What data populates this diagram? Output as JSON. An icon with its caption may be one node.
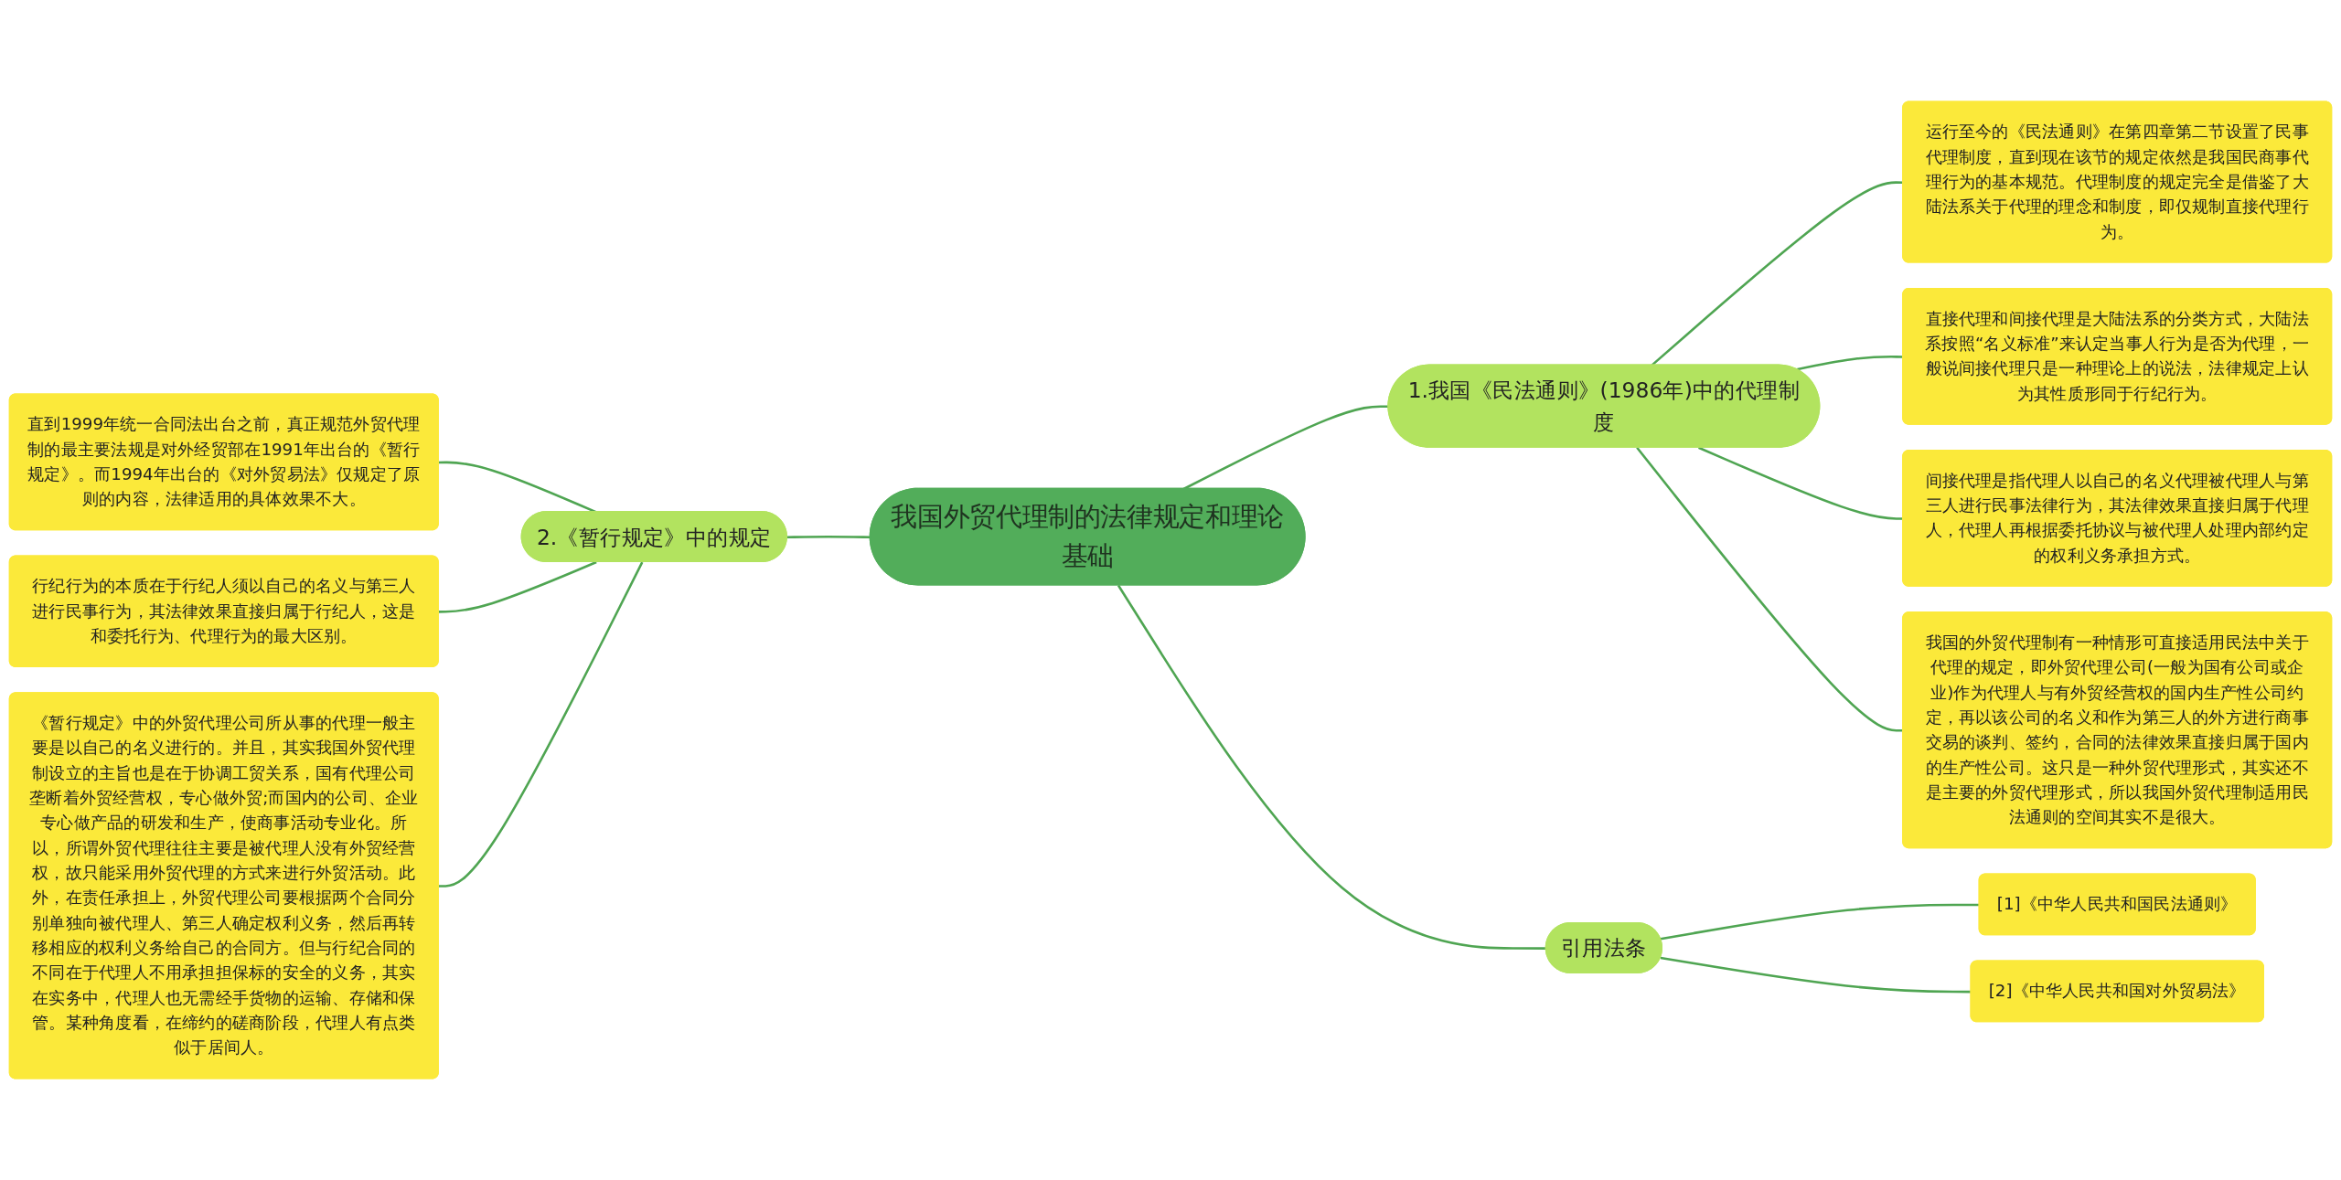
{
  "diagram": {
    "nodes": [
      {
        "text": [
          "我国外贸代理制的法律规定和理论基础"
        ]
      },
      {
        "text": [
          "1.我国《民法通则》(1986年)中的代理制度"
        ]
      },
      {
        "text": [
          "运行至今的《民法通则》在第四章第二节设置了民事代理制度，直到现在该节的规定依然是我国民商事代理行为的基本规范。代理制度的规定完全是借鉴了大陆法系关于代理的理念和制度，即仅规制直接代理行为。"
        ]
      },
      {
        "text": [
          "直接代理和间接代理是大陆法系的分类方式，大陆法系按照“名义标准”来认定当事人行为是否为代理，一般说间接代理只是一种理论上的说法，法律规定上认为其性质形同于行纪行为。"
        ]
      },
      {
        "text": [
          "间接代理是指代理人以自己的名义代理被代理人与第三人进行民事法律行为，其法律效果直接归属于代理人，代理人再根据委托协议与被代理人处理内部约定的权利义务承担方式。"
        ]
      },
      {
        "text": [
          "我国的外贸代理制有一种情形可直接适用民法中关于代理的规定，即外贸代理公司(一般为国有公司或企业)作为代理人与有外贸经营权的国内生产性公司约定，再以该公司的名义和作为第三人的外方进行商事交易的谈判、签约，合同的法律效果直接归属于国内的生产性公司。这只是一种外贸代理形式，其实还不是主要的外贸代理形式，所以我国外贸代理制适用民法通则的空间其实不是很大。"
        ]
      },
      {
        "text": [
          "2.《暂行规定》中的规定"
        ]
      },
      {
        "text": [
          "直到1999年统一合同法出台之前，真正规范外贸代理制的最主要法规是对外经贸部在1991年出台的《暂行规定》。而1994年出台的《对外贸易法》仅规定了原则的内容，法律适用的具体效果不大。"
        ]
      },
      {
        "text": [
          "行纪行为的本质在于行纪人须以自己的名义与第三人进行民事行为，其法律效果直接归属于行纪人，这是和委托行为、代理行为的最大区别。"
        ]
      },
      {
        "text": [
          "《暂行规定》中的外贸代理公司所从事的代理一般主要是以自己的名义进行的。并且，其实我国外贸代理制设立的主旨也是在于协调工贸关系，国有代理公司垄断着外贸经营权，专心做外贸;而国内的公司、企业专心做产品的研发和生产，使商事活动专业化。所以，所谓外贸代理往往主要是被代理人没有外贸经营权，故只能采用外贸代理的方式来进行外贸活动。此外，在责任承担上，外贸代理公司要根据两个合同分别单独向被代理人、第三人确定权利义务，然后再转移相应的权利义务给自己的合同方。但与行纪合同的不同在于代理人不用承担担保标的安全的义务，其实在实务中，代理人也无需经手货物的运输、存储和保管。某种角度看，在缔约的磋商阶段，代理人有点类似于居间人。"
        ]
      },
      {
        "text": [
          "引用法条"
        ]
      },
      {
        "text": [
          "[1]《中华人民共和国民法通则》"
        ]
      },
      {
        "text": [
          "[2]《中华人民共和国对外贸易法》"
        ]
      }
    ],
    "edges": [
      {
        "from": 0,
        "to": 1,
        "arrow": "none"
      },
      {
        "from": 1,
        "to": 2,
        "arrow": "none"
      },
      {
        "from": 1,
        "to": 3,
        "arrow": "none"
      },
      {
        "from": 1,
        "to": 4,
        "arrow": "none"
      },
      {
        "from": 1,
        "to": 5,
        "arrow": "none"
      },
      {
        "from": 6,
        "to": 0,
        "arrow": "none"
      },
      {
        "from": 7,
        "to": 6,
        "arrow": "none"
      },
      {
        "from": 8,
        "to": 6,
        "arrow": "none"
      },
      {
        "from": 9,
        "to": 6,
        "arrow": "none"
      },
      {
        "from": 0,
        "to": 10,
        "arrow": "none"
      },
      {
        "from": 10,
        "to": 11,
        "arrow": "none"
      },
      {
        "from": 10,
        "to": 12,
        "arrow": "none"
      }
    ]
  }
}
